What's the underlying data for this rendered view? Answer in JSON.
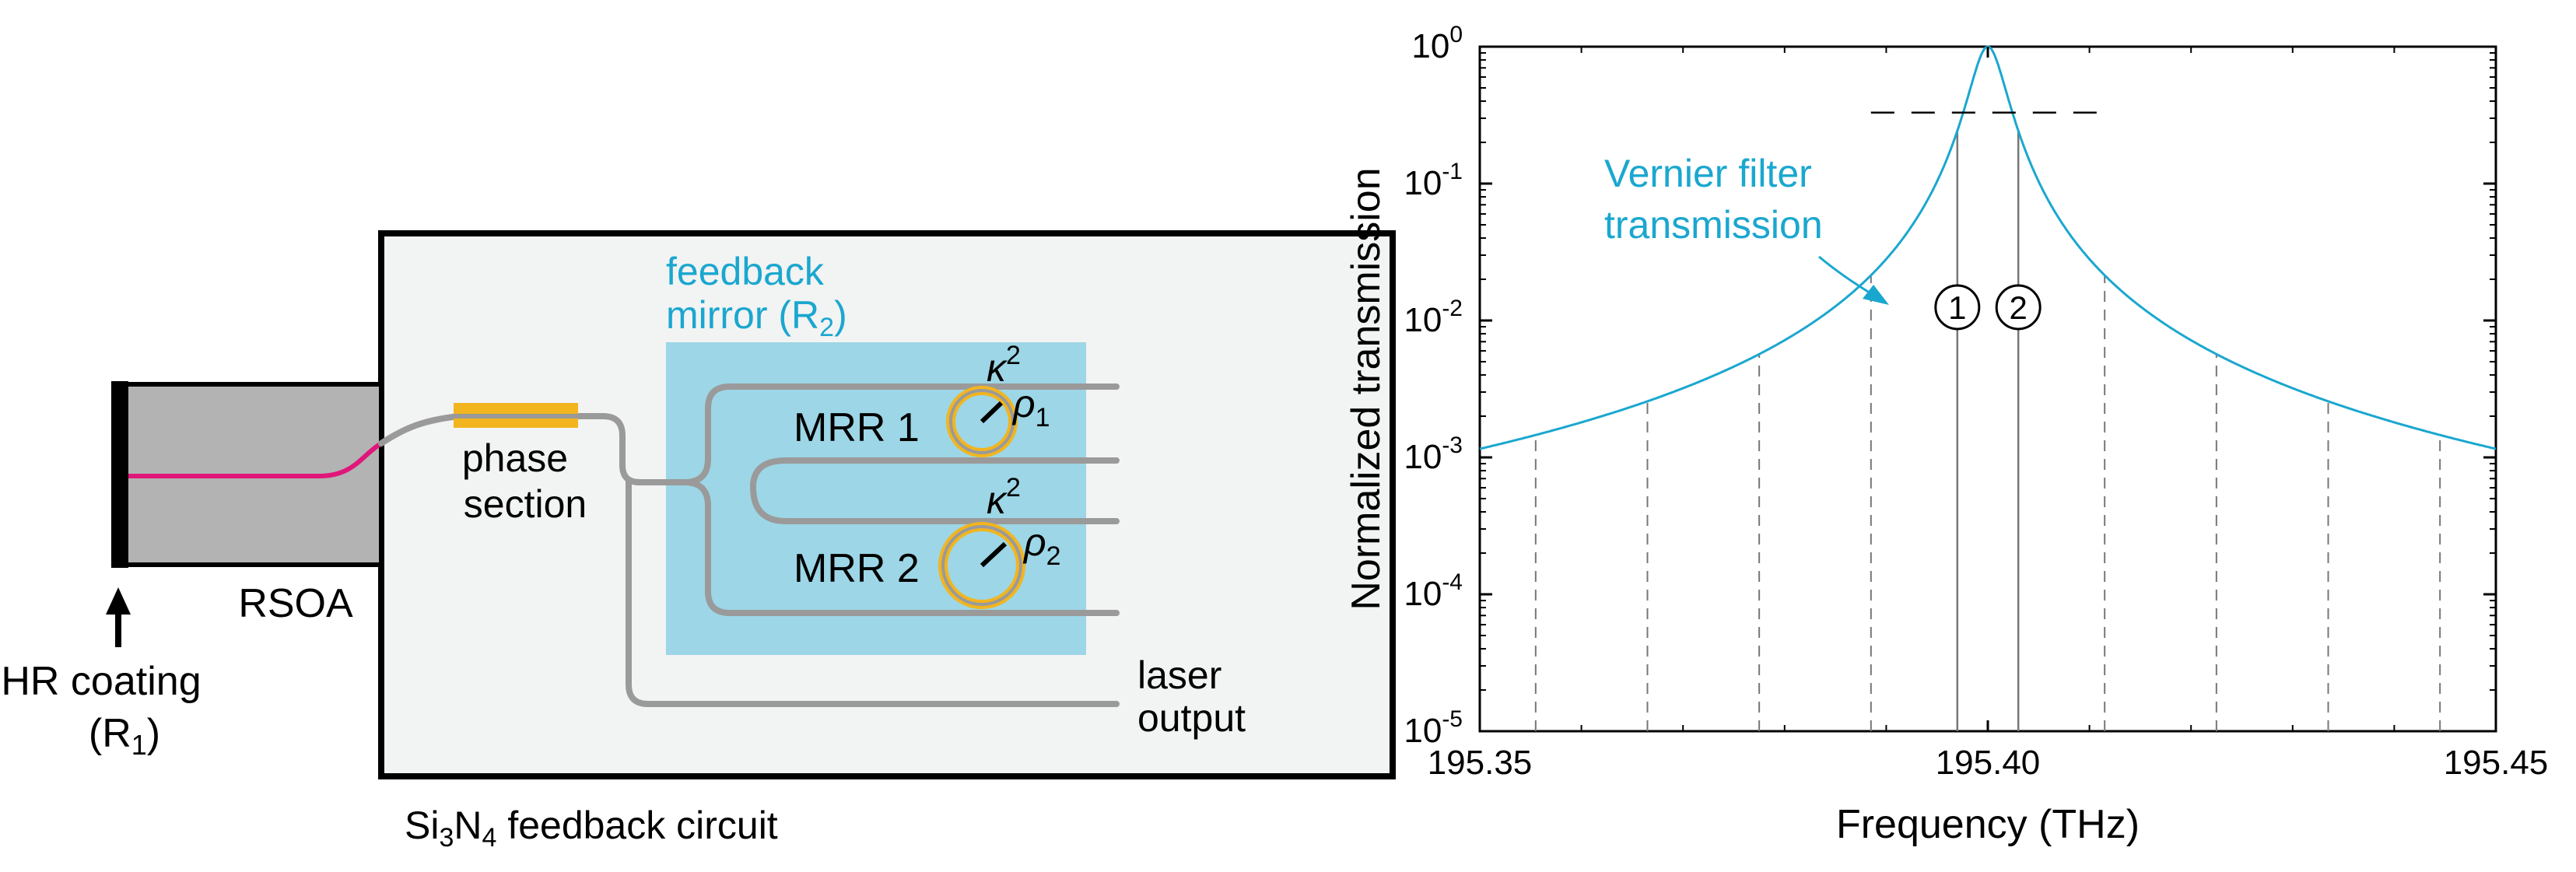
{
  "diagram": {
    "hr_coating": "HR coating",
    "r1_prefix": "(R",
    "r1_sub": "1",
    "r1_suffix": ")",
    "rsoa": "RSOA",
    "phase_line1": "phase",
    "phase_line2": "section",
    "mirror_line1": "feedback",
    "mirror_line2_prefix": "mirror (R",
    "mirror_line2_sub": "2",
    "mirror_line2_suffix": ")",
    "mrr1": "MRR 1",
    "mrr2": "MRR 2",
    "kappa": "κ",
    "kappa_sup": "2",
    "rho": "ρ",
    "rho1_sub": "1",
    "rho2_sub": "2",
    "laser_line1": "laser",
    "laser_line2": "output",
    "circuit_prefix": "Si",
    "circuit_sub1": "3",
    "circuit_mid": "N",
    "circuit_sub2": "4",
    "circuit_suffix": " feedback circuit",
    "colors": {
      "mirror_fill": "#9dd6e6",
      "chip_fill": "#f2f3f3",
      "rsoa_fill": "#b3b3b3",
      "active_waveguide": "#e0177a",
      "ring": "#f2b51e",
      "waveguide": "#9a9a9a",
      "cyan_text": "#1aa7cf"
    }
  },
  "chart_data": {
    "type": "line",
    "xlabel": "Frequency (THz)",
    "ylabel": "Normalized transmission",
    "x_ticks": [
      "195.35",
      "195.40",
      "195.45"
    ],
    "xlim": [
      195.35,
      195.45
    ],
    "ylim": [
      1e-05,
      1
    ],
    "y_scale": "log",
    "y_ticks": [
      {
        "base": "10",
        "exp": "0"
      },
      {
        "base": "10",
        "exp": "-1"
      },
      {
        "base": "10",
        "exp": "-2"
      },
      {
        "base": "10",
        "exp": "-3"
      },
      {
        "base": "10",
        "exp": "-4"
      },
      {
        "base": "10",
        "exp": "-5"
      }
    ],
    "series": [
      {
        "name": "Vernier filter transmission",
        "color": "#1aa7cf",
        "shape": "lorentzian",
        "center": 195.4,
        "hwhm": 0.0017,
        "peak": 1.0
      }
    ],
    "annotation_line1": "Vernier filter",
    "annotation_line2": "transmission",
    "modes": [
      {
        "label": "1",
        "x": 195.397
      },
      {
        "label": "2",
        "x": 195.403
      }
    ],
    "mode_level": 0.33,
    "comb_x": [
      195.3555,
      195.3665,
      195.3775,
      195.3885,
      195.4115,
      195.4225,
      195.4335,
      195.4445
    ],
    "grid": false
  }
}
